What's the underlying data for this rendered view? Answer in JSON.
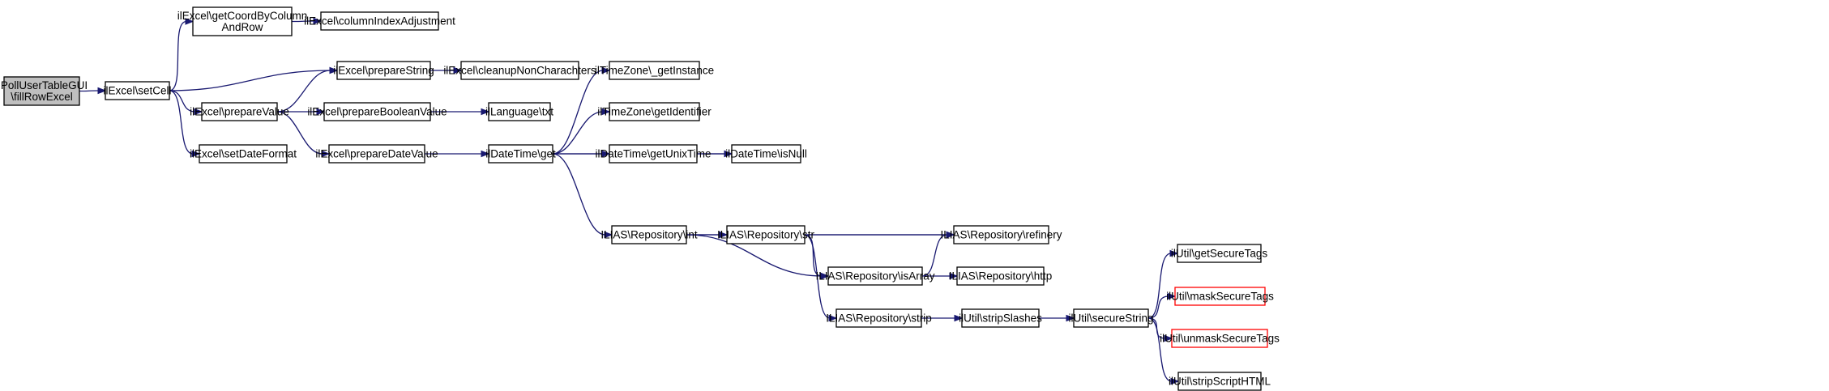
{
  "graph": {
    "nodes": [
      {
        "id": "fillRowExcel",
        "lines": [
          "ilPollUserTableGUI",
          "\\fillRowExcel"
        ],
        "style": "root"
      },
      {
        "id": "setCell",
        "lines": [
          "ilExcel\\setCell"
        ]
      },
      {
        "id": "getCoordByColumnAndRow",
        "lines": [
          "ilExcel\\getCoordByColumn",
          "AndRow"
        ]
      },
      {
        "id": "columnIndexAdjustment",
        "lines": [
          "ilExcel\\columnIndexAdjustment"
        ]
      },
      {
        "id": "prepareString",
        "lines": [
          "ilExcel\\prepareString"
        ]
      },
      {
        "id": "cleanupNonCharachters",
        "lines": [
          "ilExcel\\cleanupNonCharachters"
        ]
      },
      {
        "id": "prepareValue",
        "lines": [
          "ilExcel\\prepareValue"
        ]
      },
      {
        "id": "setDateFormat",
        "lines": [
          "ilExcel\\setDateFormat"
        ]
      },
      {
        "id": "prepareBooleanValue",
        "lines": [
          "ilExcel\\prepareBooleanValue"
        ]
      },
      {
        "id": "prepareDateValue",
        "lines": [
          "ilExcel\\prepareDateValue"
        ]
      },
      {
        "id": "languageTxt",
        "lines": [
          "ilLanguage\\txt"
        ]
      },
      {
        "id": "dateTimeGet",
        "lines": [
          "ilDateTime\\get"
        ]
      },
      {
        "id": "tzGetInstance",
        "lines": [
          "ilTimeZone\\_getInstance"
        ]
      },
      {
        "id": "tzGetIdentifier",
        "lines": [
          "ilTimeZone\\getIdentifier"
        ]
      },
      {
        "id": "getUnixTime",
        "lines": [
          "ilDateTime\\getUnixTime"
        ]
      },
      {
        "id": "isNull",
        "lines": [
          "ilDateTime\\isNull"
        ]
      },
      {
        "id": "repoInt",
        "lines": [
          "ILIAS\\Repository\\int"
        ]
      },
      {
        "id": "repoStr",
        "lines": [
          "ILIAS\\Repository\\str"
        ]
      },
      {
        "id": "repoRefinery",
        "lines": [
          "ILIAS\\Repository\\refinery"
        ]
      },
      {
        "id": "repoIsArray",
        "lines": [
          "ILIAS\\Repository\\isArray"
        ]
      },
      {
        "id": "repoHttp",
        "lines": [
          "ILIAS\\Repository\\http"
        ]
      },
      {
        "id": "repoStrip",
        "lines": [
          "ILIAS\\Repository\\strip"
        ]
      },
      {
        "id": "stripSlashes",
        "lines": [
          "ilUtil\\stripSlashes"
        ]
      },
      {
        "id": "secureString",
        "lines": [
          "ilUtil\\secureString"
        ]
      },
      {
        "id": "getSecureTags",
        "lines": [
          "ilUtil\\getSecureTags"
        ]
      },
      {
        "id": "maskSecureTags",
        "lines": [
          "ilUtil\\maskSecureTags"
        ],
        "style": "truncated"
      },
      {
        "id": "unmaskSecureTags",
        "lines": [
          "ilUtil\\unmaskSecureTags"
        ],
        "style": "truncated"
      },
      {
        "id": "stripScriptHTML",
        "lines": [
          "ilUtil\\stripScriptHTML"
        ]
      }
    ],
    "edges": [
      [
        "fillRowExcel",
        "setCell"
      ],
      [
        "setCell",
        "getCoordByColumnAndRow"
      ],
      [
        "setCell",
        "prepareString"
      ],
      [
        "setCell",
        "prepareValue"
      ],
      [
        "setCell",
        "setDateFormat"
      ],
      [
        "getCoordByColumnAndRow",
        "columnIndexAdjustment"
      ],
      [
        "prepareString",
        "cleanupNonCharachters"
      ],
      [
        "prepareValue",
        "prepareString"
      ],
      [
        "prepareValue",
        "prepareBooleanValue"
      ],
      [
        "prepareValue",
        "prepareDateValue"
      ],
      [
        "prepareBooleanValue",
        "languageTxt"
      ],
      [
        "prepareDateValue",
        "dateTimeGet"
      ],
      [
        "dateTimeGet",
        "tzGetInstance"
      ],
      [
        "dateTimeGet",
        "tzGetIdentifier"
      ],
      [
        "dateTimeGet",
        "getUnixTime"
      ],
      [
        "dateTimeGet",
        "isNull"
      ],
      [
        "dateTimeGet",
        "repoInt"
      ],
      [
        "getUnixTime",
        "isNull"
      ],
      [
        "repoInt",
        "repoStr"
      ],
      [
        "repoInt",
        "repoRefinery"
      ],
      [
        "repoInt",
        "repoIsArray"
      ],
      [
        "repoStr",
        "repoRefinery"
      ],
      [
        "repoStr",
        "repoIsArray"
      ],
      [
        "repoStr",
        "repoStrip"
      ],
      [
        "repoIsArray",
        "repoRefinery"
      ],
      [
        "repoIsArray",
        "repoHttp"
      ],
      [
        "repoStrip",
        "stripSlashes"
      ],
      [
        "stripSlashes",
        "secureString"
      ],
      [
        "secureString",
        "getSecureTags"
      ],
      [
        "secureString",
        "maskSecureTags"
      ],
      [
        "secureString",
        "unmaskSecureTags"
      ],
      [
        "secureString",
        "stripScriptHTML"
      ]
    ]
  },
  "colors": {
    "edge": "#191970",
    "root_fill": "#bfbfbf",
    "truncated_border": "#ff0000"
  }
}
